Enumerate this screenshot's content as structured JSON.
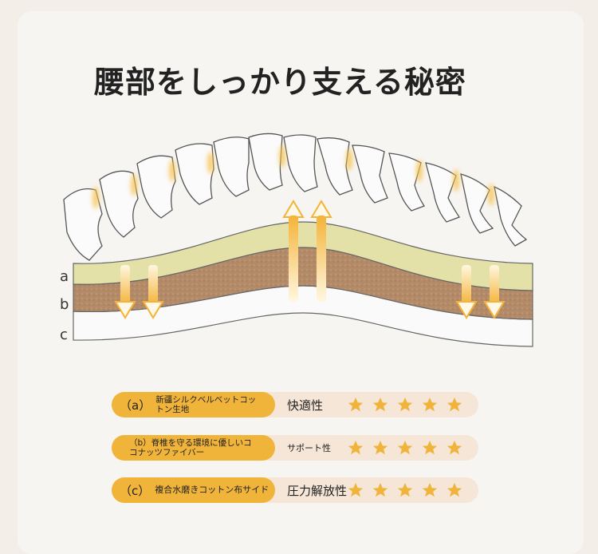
{
  "title": "腰部をしっかり支える秘密",
  "layers": [
    {
      "key": "a",
      "code": "（a）",
      "name": "新疆シルクベルベットコットン生地",
      "property": "快適性",
      "rating": 5
    },
    {
      "key": "b",
      "code": "（b）",
      "name": "脊椎を守る環境に優しいココナッツファイバー",
      "property": "サポート性",
      "rating": 5
    },
    {
      "key": "c",
      "code": "（c）",
      "name": "複合水磨きコットン布サイド",
      "property": "圧力解放性",
      "rating": 5
    }
  ],
  "colors": {
    "layer_a": "#e3e1a8",
    "layer_b": "#b98f6c",
    "layer_c": "#fafafa",
    "accent": "#f1b43a",
    "row_bg": "#f6e6d7"
  },
  "icons": [
    "up-arrow-icon",
    "down-arrow-icon",
    "star-icon"
  ]
}
